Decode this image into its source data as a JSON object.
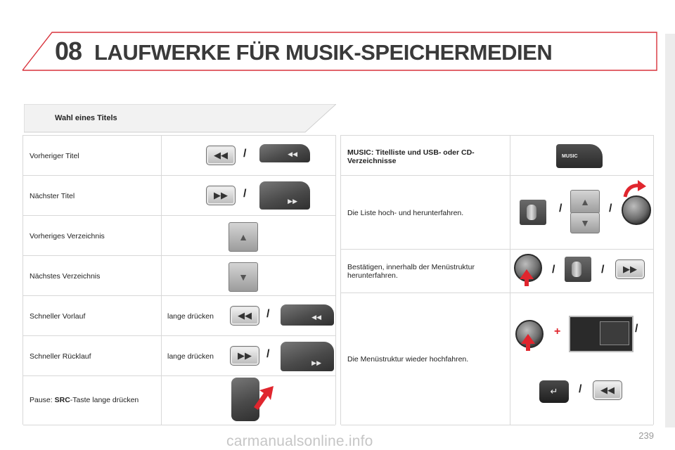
{
  "header": {
    "chapter": "08",
    "title": "LAUFWERKE FÜR MUSIK-SPEICHERMEDIEN"
  },
  "section": {
    "title": "Wahl eines Titels"
  },
  "left_rows": [
    {
      "label": "Vorheriger Titel",
      "action": ""
    },
    {
      "label": "Nächster Titel",
      "action": ""
    },
    {
      "label": "Vorheriges Verzeichnis",
      "action": ""
    },
    {
      "label": "Nächstes Verzeichnis",
      "action": ""
    },
    {
      "label": "Schneller Vorlauf",
      "action": "lange drücken"
    },
    {
      "label": "Schneller Rücklauf",
      "action": "lange drücken"
    }
  ],
  "pause_row": {
    "prefix": "Pause: ",
    "key": "SRC",
    "suffix": "-Taste lange drücken"
  },
  "right_rows": [
    {
      "label": "MUSIC: Titelliste und USB- oder CD-Verzeichnisse"
    },
    {
      "label": "Die Liste hoch- und herunterfahren."
    },
    {
      "label": "Bestätigen, innerhalb der Menüstruktur herunterfahren."
    },
    {
      "label": "Die Menüstruktur wieder hochfahren."
    }
  ],
  "separators": {
    "slash": "/",
    "plus": "+"
  },
  "button_labels": {
    "music": "MUSIC"
  },
  "page_number": "239",
  "watermark": "carmanualsonline.info",
  "colors": {
    "accent_red": "#e0262e",
    "header_line": "#d8323b",
    "text": "#3a3a3a"
  }
}
